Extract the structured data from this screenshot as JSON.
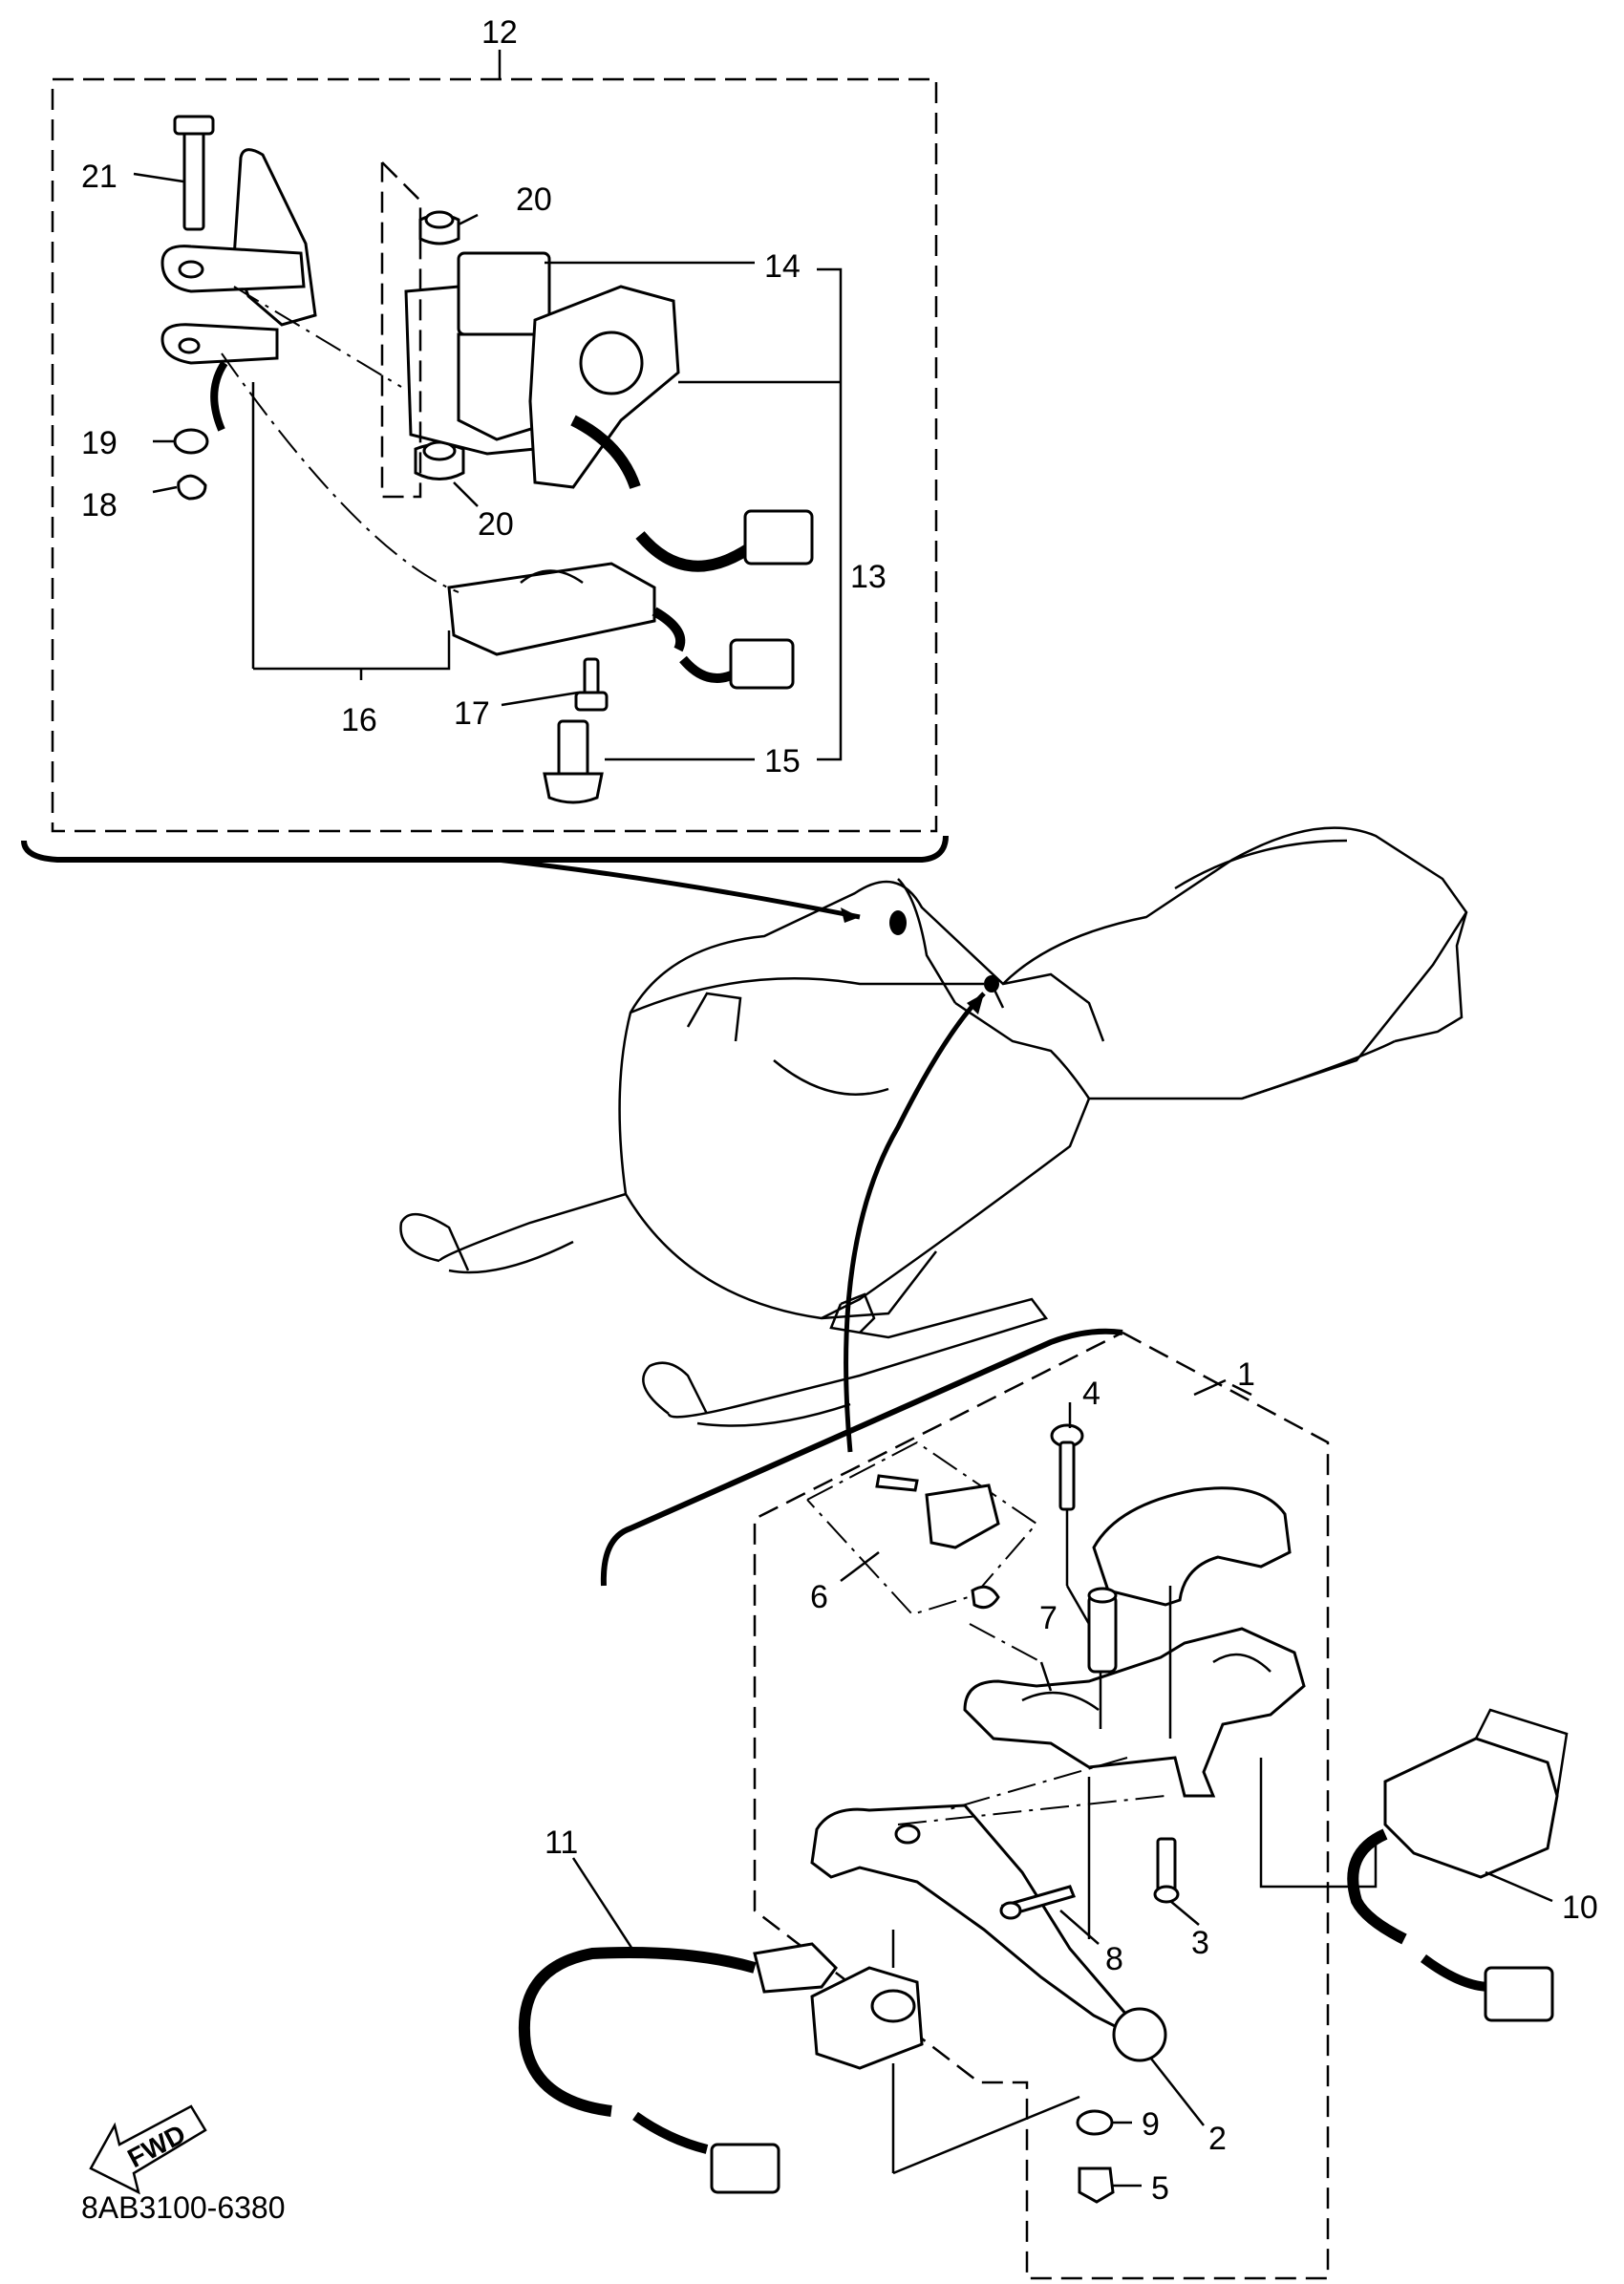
{
  "callouts": [
    {
      "id": "1",
      "text": "1"
    },
    {
      "id": "2",
      "text": "2"
    },
    {
      "id": "3",
      "text": "3"
    },
    {
      "id": "4",
      "text": "4"
    },
    {
      "id": "5",
      "text": "5"
    },
    {
      "id": "6",
      "text": "6"
    },
    {
      "id": "7",
      "text": "7"
    },
    {
      "id": "8",
      "text": "8"
    },
    {
      "id": "9",
      "text": "9"
    },
    {
      "id": "10",
      "text": "10"
    },
    {
      "id": "11",
      "text": "11"
    },
    {
      "id": "12",
      "text": "12"
    },
    {
      "id": "13",
      "text": "13"
    },
    {
      "id": "14",
      "text": "14"
    },
    {
      "id": "15",
      "text": "15"
    },
    {
      "id": "16",
      "text": "16"
    },
    {
      "id": "17",
      "text": "17"
    },
    {
      "id": "18",
      "text": "18"
    },
    {
      "id": "19",
      "text": "19"
    },
    {
      "id": "20a",
      "text": "20"
    },
    {
      "id": "20b",
      "text": "20"
    },
    {
      "id": "21",
      "text": "21"
    }
  ],
  "direction_arrow": {
    "text": "FWD"
  },
  "drawing_code": "8AB3100-6380"
}
